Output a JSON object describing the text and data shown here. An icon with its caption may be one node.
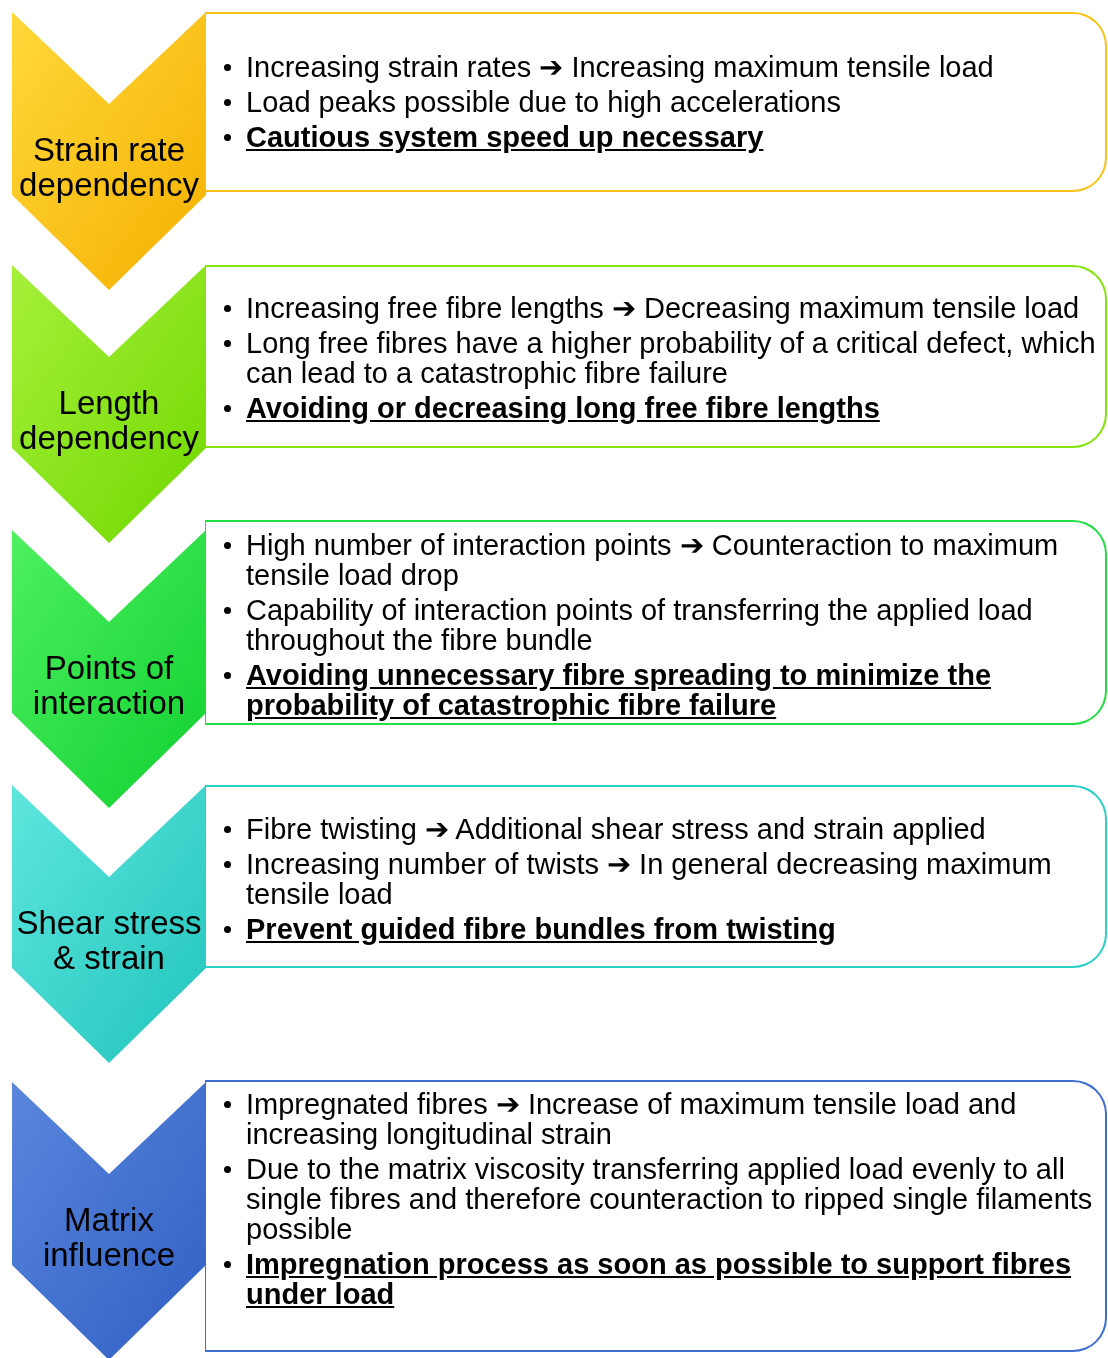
{
  "diagram": {
    "nodes": [
      {
        "text": [
          "Strain rate dependency"
        ]
      },
      {
        "text": [
          "Increasing strain rates ➔ Increasing maximum tensile load",
          "Load peaks possible due to high accelerations",
          "Cautious system speed up necessary"
        ]
      },
      {
        "text": [
          "Length dependency"
        ]
      },
      {
        "text": [
          "Increasing free fibre lengths ➔ Decreasing maximum tensile load",
          "Long free fibres have a higher probability of a critical defect, which can lead to a catastrophic fibre failure",
          "Avoiding or decreasing long free fibre lengths"
        ]
      },
      {
        "text": [
          "Points of interaction"
        ]
      },
      {
        "text": [
          "High number of interaction points ➔ Counteraction to maximum tensile load drop",
          "Capability of interaction points of transferring the applied load throughout the fibre bundle",
          "Avoiding unnecessary fibre spreading to minimize the probability of catastrophic fibre failure"
        ]
      },
      {
        "text": [
          "Shear stress & strain"
        ]
      },
      {
        "text": [
          "Fibre twisting ➔ Additional shear stress and strain applied",
          "Increasing number of twists ➔ In general decreasing maximum tensile load",
          "Prevent guided fibre bundles from twisting"
        ]
      },
      {
        "text": [
          "Matrix influence"
        ]
      },
      {
        "text": [
          "Impregnated fibres ➔ Increase of maximum tensile load and increasing longitudinal strain",
          "Due to the matrix viscosity transferring applied load evenly to all single fibres and therefore counteraction to ripped single filaments possible",
          "Impregnation process as soon as possible to support fibres under load"
        ]
      }
    ],
    "edges": []
  }
}
